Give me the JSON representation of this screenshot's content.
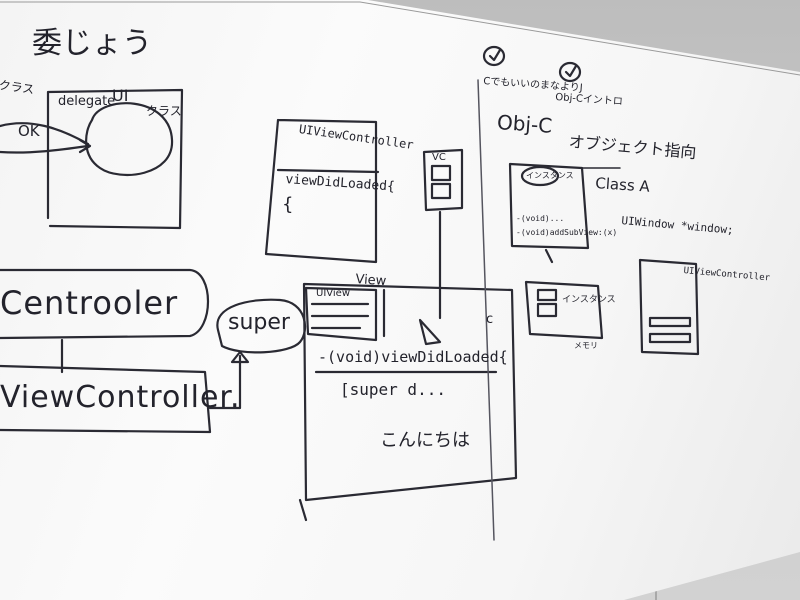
{
  "whiteboard": {
    "top_left": {
      "heading": "委じょう",
      "delegate_label": "delegate",
      "ui_label": "UI",
      "class_label": "クラス",
      "class_label_left": "クラス",
      "ok_label": "OK"
    },
    "controller_diagram": {
      "parent_class": "Centrooler",
      "child_class": "ViewController.",
      "super_bubble": "super"
    },
    "viewcontroller_box": {
      "title": "UIViewController",
      "method": "viewDidLoaded{",
      "brace": "{",
      "vc_badge": "VC"
    },
    "override_box": {
      "header_label": "View",
      "inner_label": "UIView",
      "method": "-(void)viewDidLoaded{",
      "super_call": "[super d...",
      "japanese_note": "こんにちは",
      "tag": "c"
    },
    "right_side": {
      "note_top_a": "CでもいいのまなよりJ",
      "note_top_b": "Obj-Cイントロ",
      "obj_c": "Obj-C",
      "oop": "オブジェクト指向",
      "class_a": "Class A",
      "instance_label": "インスタンス",
      "memory_label": "メモリ",
      "window_line": "UIWindow *window;",
      "uivc_label": "UIViewController",
      "class_a_box_title": "インスタンス",
      "class_a_box_m1": "-(void)...",
      "class_a_box_m2": "-(void)addSubView:(x)"
    }
  }
}
